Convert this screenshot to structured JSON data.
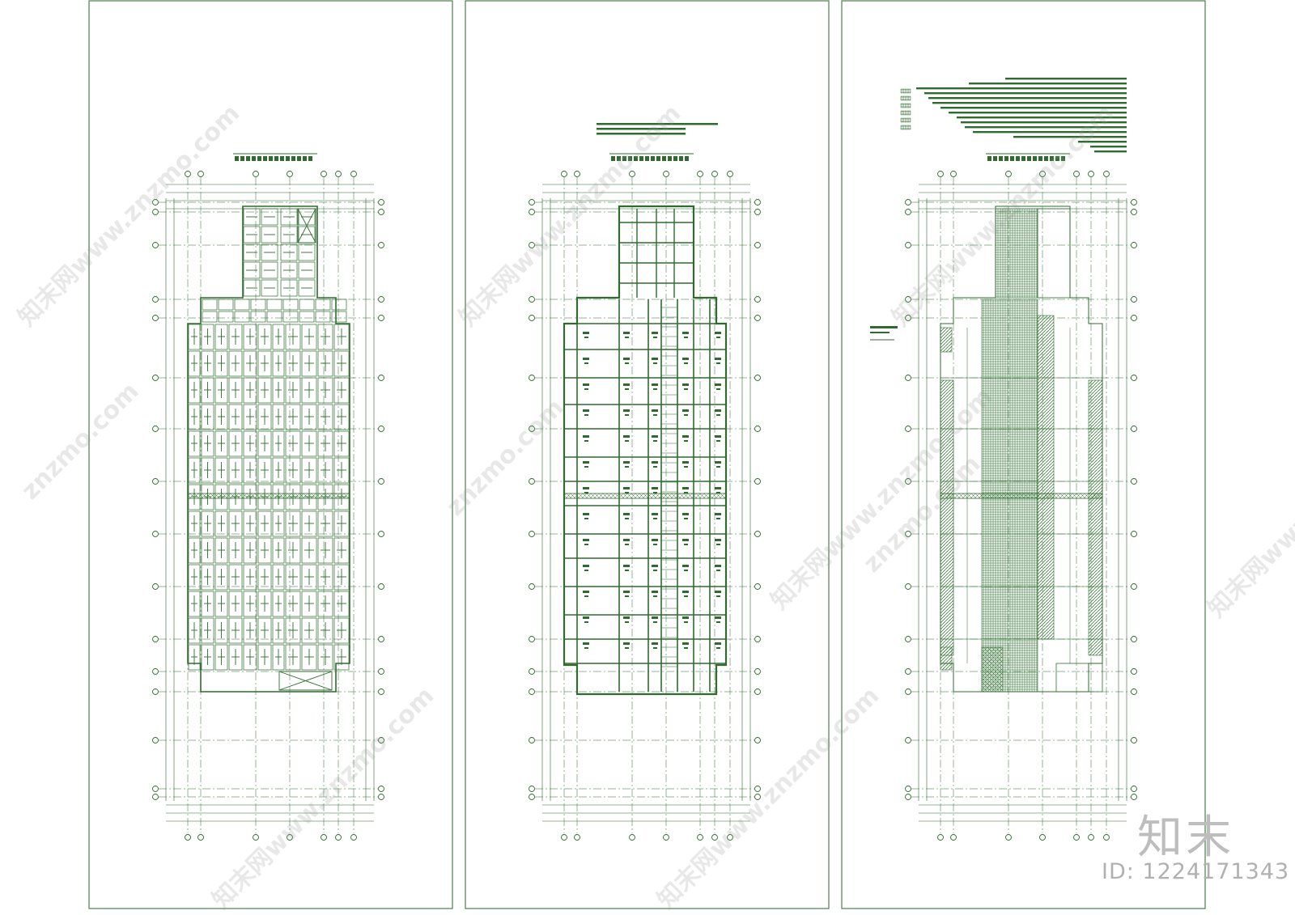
{
  "colors": {
    "line": "#2f6b2f",
    "hatch": "#3d7a3d",
    "frame": "#4a7f4a",
    "watermark": "#969696"
  },
  "sheets": [
    {
      "plan_style": "slab-reinforcement",
      "has_notes": false
    },
    {
      "plan_style": "beam-reinforcement",
      "has_notes": false
    },
    {
      "plan_style": "hatched-zones",
      "has_notes": true
    }
  ],
  "watermarks": {
    "text_a": "知末网www.znzmo.com",
    "text_b": "znzmo.com"
  },
  "brand": {
    "logo_text": "知末",
    "id_text": "ID: 1224171343"
  }
}
